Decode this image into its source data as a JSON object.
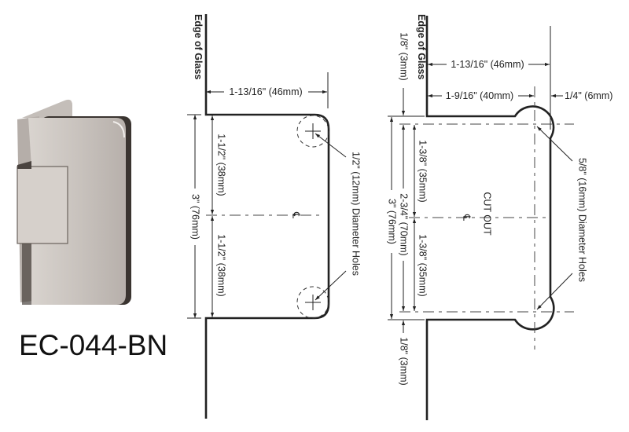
{
  "product": {
    "code": "EC-044-BN",
    "finish_colors": {
      "metal": "#cfc9c4",
      "shadow": "#3a3430"
    }
  },
  "left_diagram": {
    "edge_label": "Edge of Glass",
    "width_dim": "1-13/16\" (46mm)",
    "height_dim": "3\" (76mm)",
    "upper_half_dim": "1-1/2\" (38mm)",
    "lower_half_dim": "1-1/2\" (38mm)",
    "hole_note": "1/2\" (12mm) Diameter Holes",
    "centerline_symbol": "℄"
  },
  "right_diagram": {
    "edge_label": "Edge of Glass",
    "width_dim": "1-13/16\" (46mm)",
    "hole_offset_dim": "1-9/16\" (40mm)",
    "overhang_dim": "1/4\" (6mm)",
    "top_gap_dim": "1/8\" (3mm)",
    "bottom_gap_dim": "1/8\" (3mm)",
    "height_dim": "3\" (76mm)",
    "hole_spacing_dim": "2-3/4\" (70mm)",
    "upper_half_dim": "1-3/8\" (35mm)",
    "lower_half_dim": "1-3/8\" (35mm)",
    "cutout_label": "CUT OUT",
    "hole_note": "5/8\" (16mm) Diameter Holes",
    "centerline_symbol": "℄"
  }
}
